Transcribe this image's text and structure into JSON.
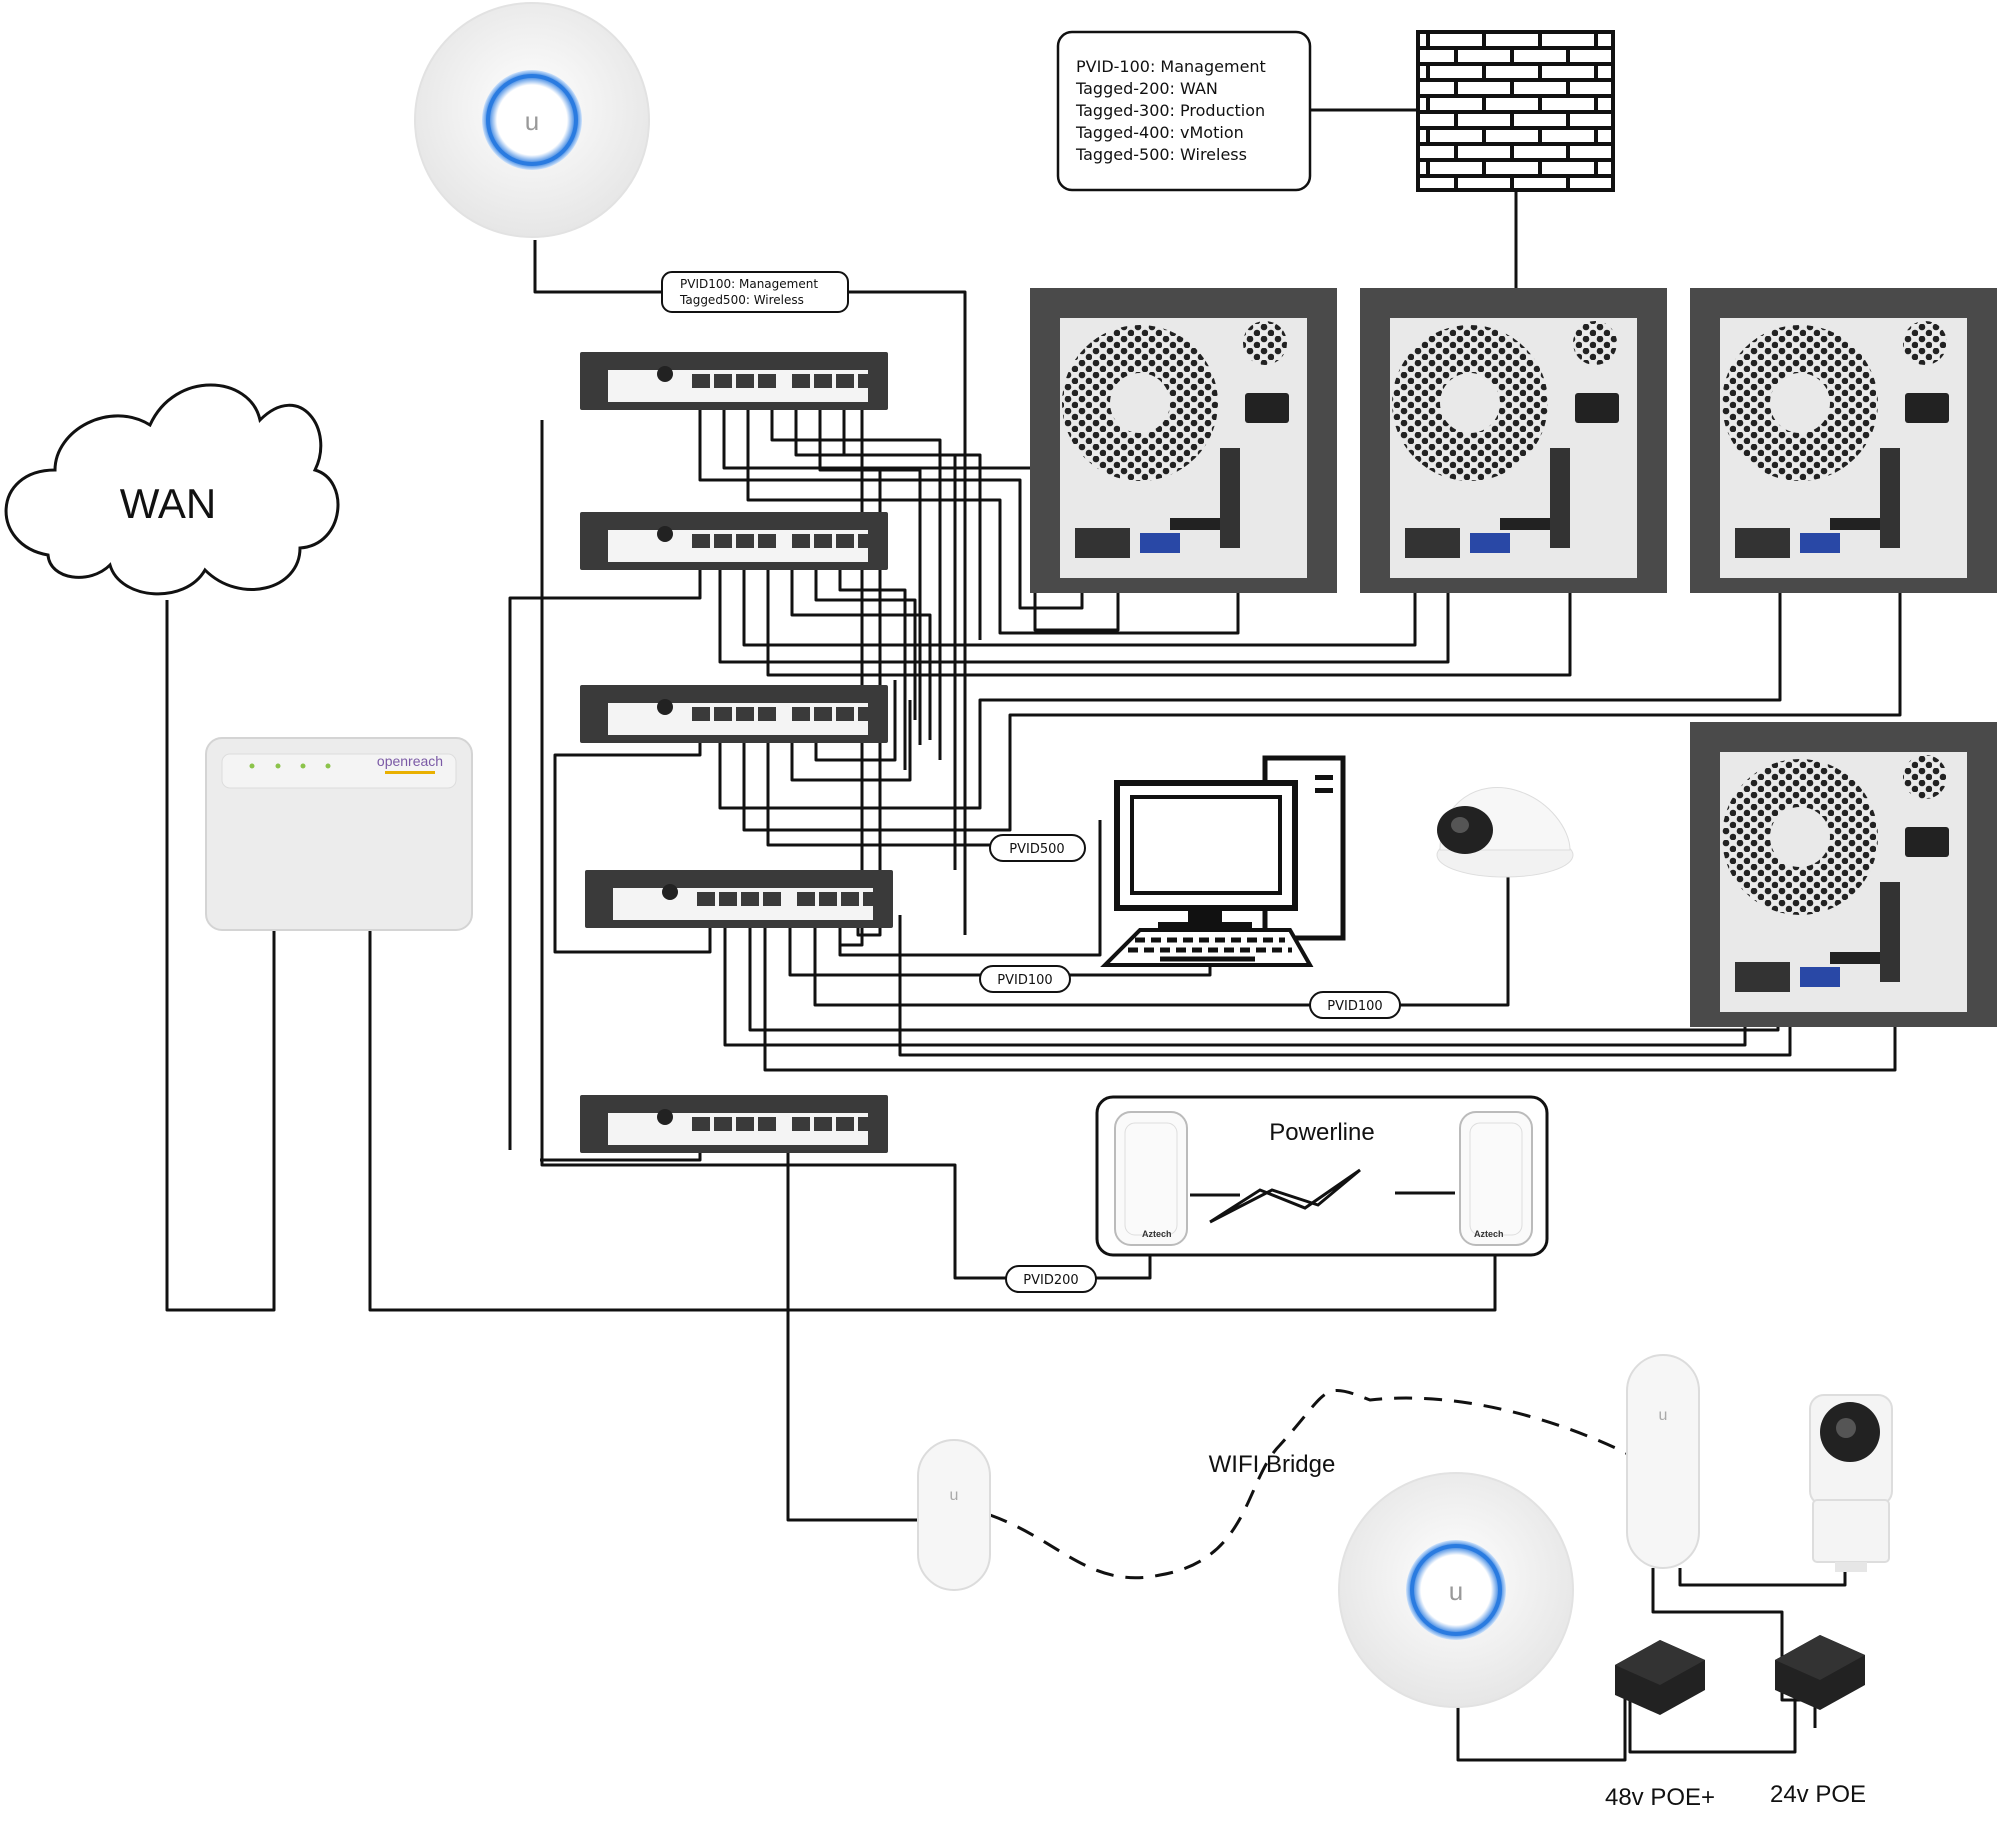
{
  "diagram": {
    "wan_label": "WAN",
    "firewall_note": {
      "lines": [
        "PVID-100: Management",
        "Tagged-200: WAN",
        "Tagged-300: Production",
        "Tagged-400: vMotion",
        "Tagged-500: Wireless"
      ]
    },
    "ap_link_note": {
      "lines": [
        "PVID100: Management",
        "Tagged500: Wireless"
      ]
    },
    "pills": {
      "pvid500": "PVID500",
      "pvid100_pc": "PVID100",
      "pvid100_cam": "PVID100",
      "pvid200": "PVID200"
    },
    "powerline_label": "Powerline",
    "adapter_brand": "Aztech",
    "modem_brand": "openreach",
    "wifi_bridge_label": "WIFI Bridge",
    "poe_48_label": "48v POE+",
    "poe_24_label": "24v POE",
    "colors": {
      "ap_ring": "#2a7be0",
      "modem_body": "#eeeeee",
      "switch_body": "#3a3a3a",
      "server_body": "#4a4a4a",
      "wan_text": "#5b2020"
    }
  }
}
